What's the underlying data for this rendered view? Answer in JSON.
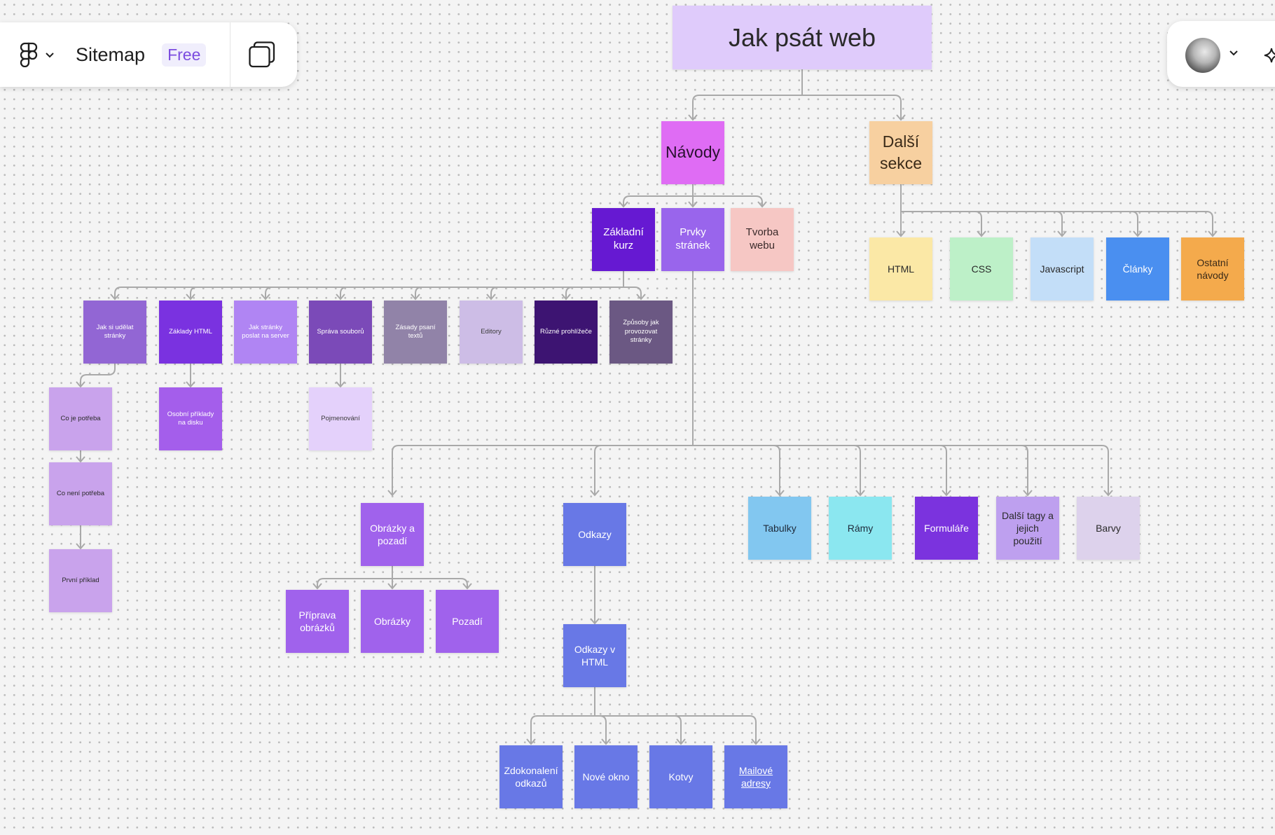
{
  "toolbar": {
    "title": "Sitemap",
    "badge": "Free"
  },
  "icons": {
    "logo": "figma-logo-icon",
    "menu_chevron": "chevron-down-icon",
    "layers": "layers-icon",
    "account_chevron": "chevron-down-icon",
    "spark": "sparkle-icon"
  },
  "colors": {
    "connector": "#a9a9a9",
    "accent": "#7c4ddf"
  },
  "sitemap": {
    "root": "Jak psát web",
    "navody": "Návody",
    "dalsi_sekce": "Další sekce",
    "zakladni_kurz": "Základní kurz",
    "prvky_stranek": "Prvky stránek",
    "tvorba_webu": "Tvorba webu",
    "html": "HTML",
    "css": "CSS",
    "javascript": "Javascript",
    "clanky": "Články",
    "ostatni_navody": "Ostatní návody",
    "jak_si_udelat": "Jak si udělat stránky",
    "zaklady_html": "Základy HTML",
    "jak_poslat": "Jak stránky poslat na server",
    "sprava_souboru": "Správa souborů",
    "zasady_psani": "Zásady psaní textů",
    "editory": "Editory",
    "ruzne_prohlizece": "Různé prohlížeče",
    "zpusoby": "Způsoby jak provozovat stránky",
    "co_je_potreba": "Co je potřeba",
    "co_neni_potreba": "Co není potřeba",
    "prvni_priklad": "První příklad",
    "osobni_priklady": "Osobní příklady na disku",
    "pojmenovani": "Pojmenování",
    "obrazky_a_pozadi": "Obrázky a pozadí",
    "odkazy": "Odkazy",
    "tabulky": "Tabulky",
    "ramy": "Rámy",
    "formulare": "Formuláře",
    "dalsi_tagy": "Další tagy a jejich použití",
    "barvy": "Barvy",
    "priprava_obrazku": "Příprava obrázků",
    "obrazky": "Obrázky",
    "pozadi": "Pozadí",
    "odkazy_v_html": "Odkazy v HTML",
    "zdokonaleni_odkazu": "Zdokonalení odkazů",
    "nove_okno": "Nové okno",
    "kotvy": "Kotvy",
    "mailove_adresy": "Mailové adresy"
  }
}
